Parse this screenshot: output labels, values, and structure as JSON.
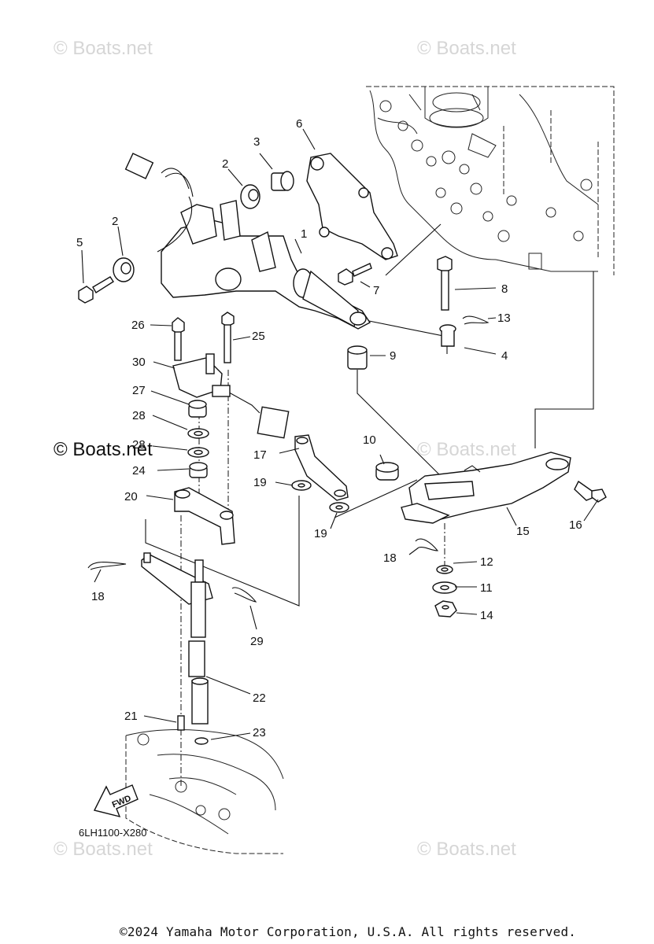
{
  "watermark": "© Boats.net",
  "diagram_code": "6LH1100-X280",
  "copyright": "©2024 Yamaha Motor Corporation, U.S.A. All rights reserved.",
  "fwd_label": "FWD",
  "callouts": {
    "p1": "1",
    "p2a": "2",
    "p2b": "2",
    "p3": "3",
    "p4": "4",
    "p5": "5",
    "p6": "6",
    "p7": "7",
    "p8": "8",
    "p9": "9",
    "p10": "10",
    "p11": "11",
    "p12": "12",
    "p13": "13",
    "p14": "14",
    "p15": "15",
    "p16": "16",
    "p17": "17",
    "p18a": "18",
    "p18b": "18",
    "p19a": "19",
    "p19b": "19",
    "p20": "20",
    "p21": "21",
    "p22": "22",
    "p23": "23",
    "p24": "24",
    "p25": "25",
    "p26": "26",
    "p27": "27",
    "p28a": "28",
    "p28b": "28",
    "p29": "29",
    "p30": "30"
  }
}
